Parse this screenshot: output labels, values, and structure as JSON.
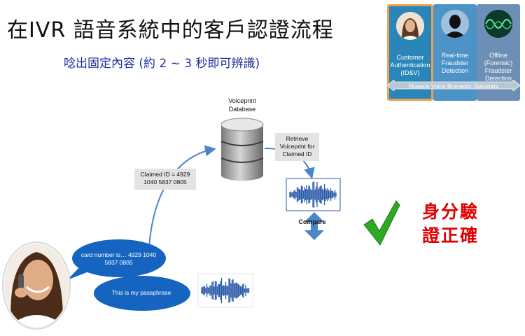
{
  "title": "在IVR 語音系統中的客戶認證流程",
  "subtitle": "唸出固定內容 (約 2 ~ 3 秒即可辨識)",
  "banner": {
    "panels": [
      {
        "label": "Customer Authentication (ID&V)",
        "icon": "woman-photo-icon"
      },
      {
        "label": "Real-time Fraudster Detection",
        "icon": "silhouette-icon"
      },
      {
        "label": "Offline (Forensic) Fraudster Detection",
        "icon": "waveform-glow-icon"
      }
    ],
    "bar_label": "Nuance Voice Biometric Solutions",
    "accent": "#f0a050"
  },
  "diagram": {
    "database_label": "Voiceprint Database",
    "claimed_id_label": "Claimed ID = 4929 1040 5837 0805",
    "retrieve_label": "Retrieve Voiceprint for Claimed ID",
    "compare_label": "Compare",
    "bubble1": "card number is… 4929 1040 5837 0805",
    "bubble2": "This is my passphrase",
    "result": "身分驗證正確",
    "colors": {
      "bubble": "#1565c0",
      "arrow": "#4a86c8",
      "check": "#2fa824",
      "result": "#e00000",
      "wave": "#2a5aa8"
    }
  }
}
